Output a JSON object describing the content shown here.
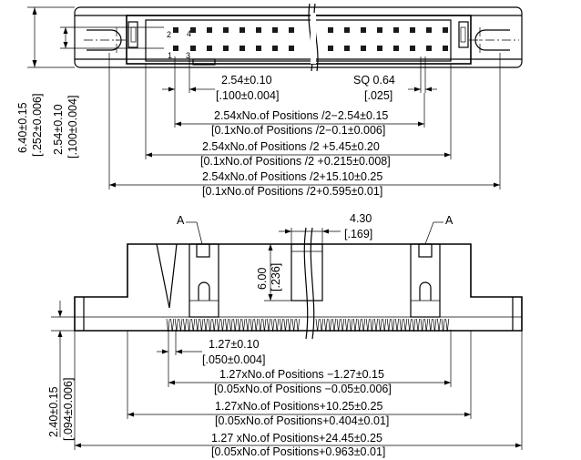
{
  "pin_labels": {
    "p1": "1",
    "p2": "2",
    "p3": "3",
    "p4": "4"
  },
  "top_view": {
    "pitch": "2.54±0.10",
    "pitch_in": "[.100±0.004]",
    "pin_size": "SQ  0.64",
    "pin_size_in": "[.025]",
    "dim_a": "2.54xNo.of Positions /2−2.54±0.15",
    "dim_a_in": "[0.1xNo.of Positions /2−0.1±0.006]",
    "dim_b": "2.54xNo.of  Positions /2  +5.45±0.20",
    "dim_b_in": "[0.1xNo.of  Positions /2 +0.215±0.008]",
    "dim_c": "2.54xNo.of Positions /2+15.10±0.25",
    "dim_c_in": "[0.1xNo.of Positions /2+0.595±0.01]",
    "height": "6.40±0.15",
    "height_in": "[.252±0.006]",
    "row_pitch": "2.54±0.10",
    "row_pitch_in": "[.100±0.004]"
  },
  "side_view": {
    "callout_left": "A",
    "callout_right": "A",
    "width_top": "4.30",
    "width_top_in": "[.169]",
    "depth": "6.00",
    "depth_in": "[.236]",
    "pitch": "1.27±0.10",
    "pitch_in": "[.050±0.004]",
    "dim_a": "1.27xNo.of Positions  −1.27±0.15",
    "dim_a_in": "[0.05xNo.of Positions  −0.05±0.006]",
    "dim_b": "1.27xNo.of  Positions+10.25±0.25",
    "dim_b_in": "[0.05xNo.of  Positions+0.404±0.01]",
    "dim_c": "1.27 xNo.of  Positions+24.45±0.25",
    "dim_c_in": "[0.05xNo.of  Positions+0.963±0.01]",
    "height": "2.40±0.15",
    "height_in": "[.094±0.006]"
  }
}
